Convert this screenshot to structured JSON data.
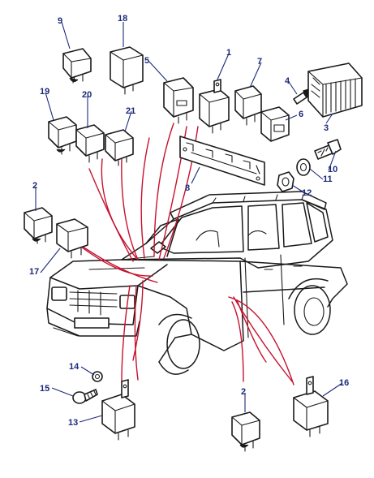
{
  "diagram": {
    "callouts": [
      {
        "id": "c1",
        "label": "1"
      },
      {
        "id": "c2a",
        "label": "2"
      },
      {
        "id": "c2b",
        "label": "2"
      },
      {
        "id": "c3",
        "label": "3"
      },
      {
        "id": "c4",
        "label": "4"
      },
      {
        "id": "c5",
        "label": "5"
      },
      {
        "id": "c6",
        "label": "6"
      },
      {
        "id": "c7",
        "label": "7"
      },
      {
        "id": "c8",
        "label": "8"
      },
      {
        "id": "c9",
        "label": "9"
      },
      {
        "id": "c10",
        "label": "10"
      },
      {
        "id": "c11",
        "label": "11"
      },
      {
        "id": "c12",
        "label": "12"
      },
      {
        "id": "c13",
        "label": "13"
      },
      {
        "id": "c14",
        "label": "14"
      },
      {
        "id": "c15",
        "label": "15"
      },
      {
        "id": "c16",
        "label": "16"
      },
      {
        "id": "c17",
        "label": "17"
      },
      {
        "id": "c18",
        "label": "18"
      },
      {
        "id": "c19",
        "label": "19"
      },
      {
        "id": "c20",
        "label": "20"
      },
      {
        "id": "c21",
        "label": "21"
      }
    ],
    "colors": {
      "callout": "#1c2a7a",
      "wire": "#c8102e",
      "line": "#1a1a1a",
      "background": "#ffffff"
    }
  }
}
